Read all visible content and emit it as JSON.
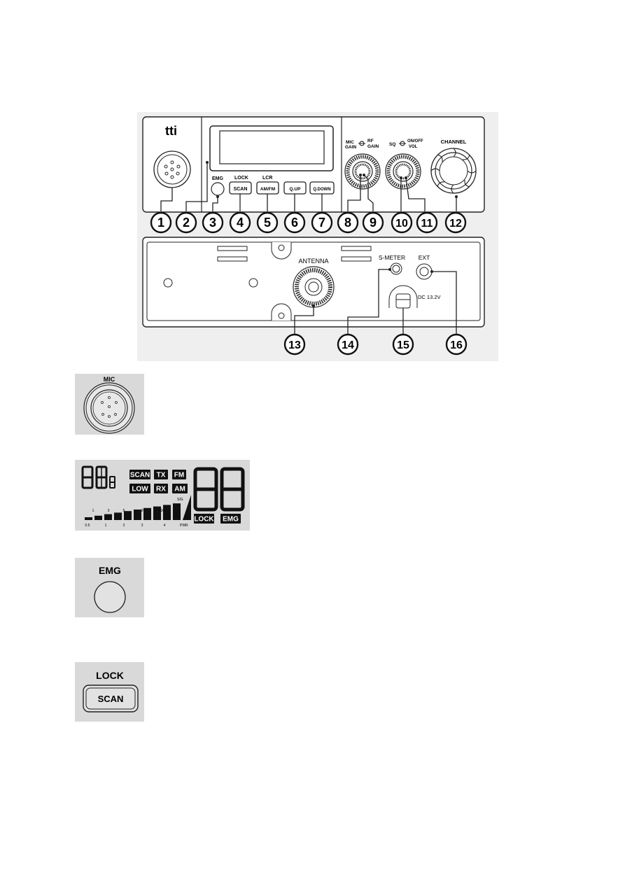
{
  "front_panel": {
    "brand": "tti",
    "labels": {
      "emg": "EMG",
      "lock": "LOCK",
      "lcr": "LCR",
      "mic_gain_line1": "MIC",
      "mic_gain_line2": "GAIN",
      "rf_gain_line1": "RF",
      "rf_gain_line2": "GAIN",
      "sq": "SQ",
      "onoff_line1": "ON/OFF",
      "onoff_line2": "VOL",
      "channel": "CHANNEL"
    },
    "buttons": {
      "scan": "SCAN",
      "amfm": "AM/FM",
      "qup": "Q.UP",
      "qdown": "Q.DOWN"
    },
    "callouts": [
      "1",
      "2",
      "3",
      "4",
      "5",
      "6",
      "7",
      "8",
      "9",
      "10",
      "11",
      "12"
    ]
  },
  "rear_panel": {
    "labels": {
      "antenna": "ANTENNA",
      "smeter": "S-METER",
      "ext": "EXT",
      "dc": "DC 13.2V"
    },
    "callouts": [
      "13",
      "14",
      "15",
      "16"
    ]
  },
  "details": {
    "mic": {
      "label": "MIC"
    },
    "lcd": {
      "badges": [
        "SCAN",
        "TX",
        "FM",
        "LOW",
        "RX",
        "AM",
        "LOCK",
        "EMG"
      ],
      "scale_top": [
        "1",
        "3",
        "5",
        "9",
        "+30"
      ],
      "scale_bottom": [
        "0.5",
        "1",
        "2",
        "3",
        "4"
      ],
      "sig_label": "SIG",
      "pwr_label": "PWR"
    },
    "emg": {
      "label": "EMG"
    },
    "lock_scan": {
      "top_label": "LOCK",
      "button_label": "SCAN"
    }
  }
}
